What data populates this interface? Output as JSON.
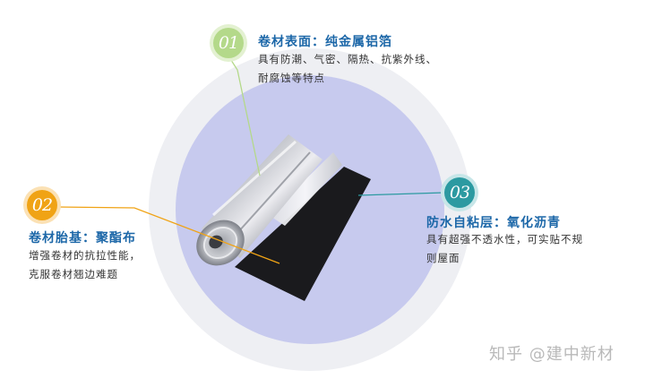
{
  "callout1": {
    "number": "01",
    "title": "卷材表面：纯金属铝箔",
    "lines": [
      "具有防潮、气密、隔热、抗紫外线、",
      "耐腐蚀等特点"
    ]
  },
  "callout2": {
    "number": "02",
    "title": "卷材胎基：聚酯布",
    "lines": [
      "增强卷材的抗拉性能，",
      "克服卷材翘边难题"
    ]
  },
  "callout3": {
    "number": "03",
    "title": "防水自粘层：氧化沥青",
    "lines": [
      "具有超强不透水性，可实贴不规",
      "则屋面"
    ]
  },
  "watermark": "知乎 @建中新材",
  "colors": {
    "callout1": "#b4d98a",
    "callout2": "#f0a315",
    "callout3": "#2c9aa1",
    "title_text": "#1c67a8",
    "inner_circle": "#c7caee",
    "outer_ring": "#eeeff3"
  }
}
